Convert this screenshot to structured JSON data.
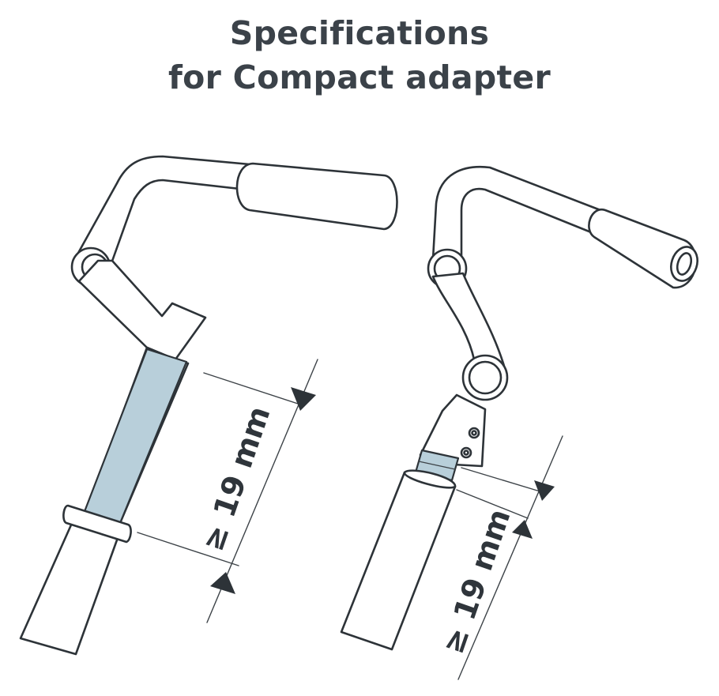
{
  "title": {
    "line1": "Specifications",
    "line2": "for Compact adapter"
  },
  "left_figure": {
    "dimension_label": "≥ 19 mm",
    "highlight_color": "#b8cfda"
  },
  "right_figure": {
    "dimension_label": "≥ 19 mm",
    "highlight_color": "#b8cfda"
  },
  "colors": {
    "outline": "#2d3338",
    "title": "#3b4249",
    "background": "#ffffff"
  }
}
